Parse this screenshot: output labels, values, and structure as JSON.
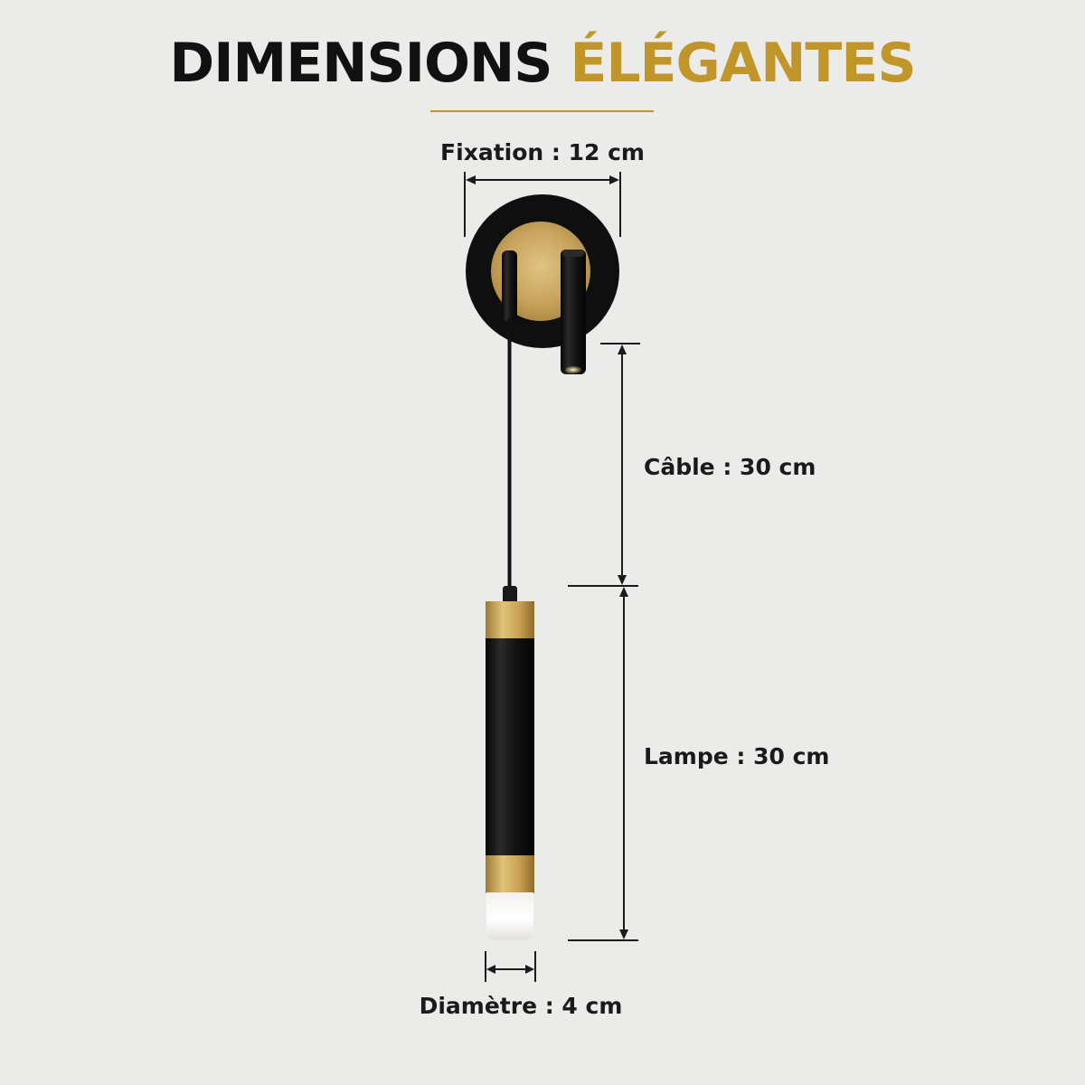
{
  "title": {
    "part1": "DIMENSIONS",
    "part2": "ÉLÉGANTES"
  },
  "dimensions": {
    "fixation": "Fixation : 12 cm",
    "cable": "Câble : 30 cm",
    "lampe": "Lampe : 30 cm",
    "diametre": "Diamètre : 4 cm"
  },
  "colors": {
    "background": "#ebebea",
    "title_dark": "#111111",
    "accent_gold": "#c0962a",
    "lamp_black": "#121212",
    "brass": "#c4a05a",
    "dimension_line": "#1a1a1a"
  }
}
